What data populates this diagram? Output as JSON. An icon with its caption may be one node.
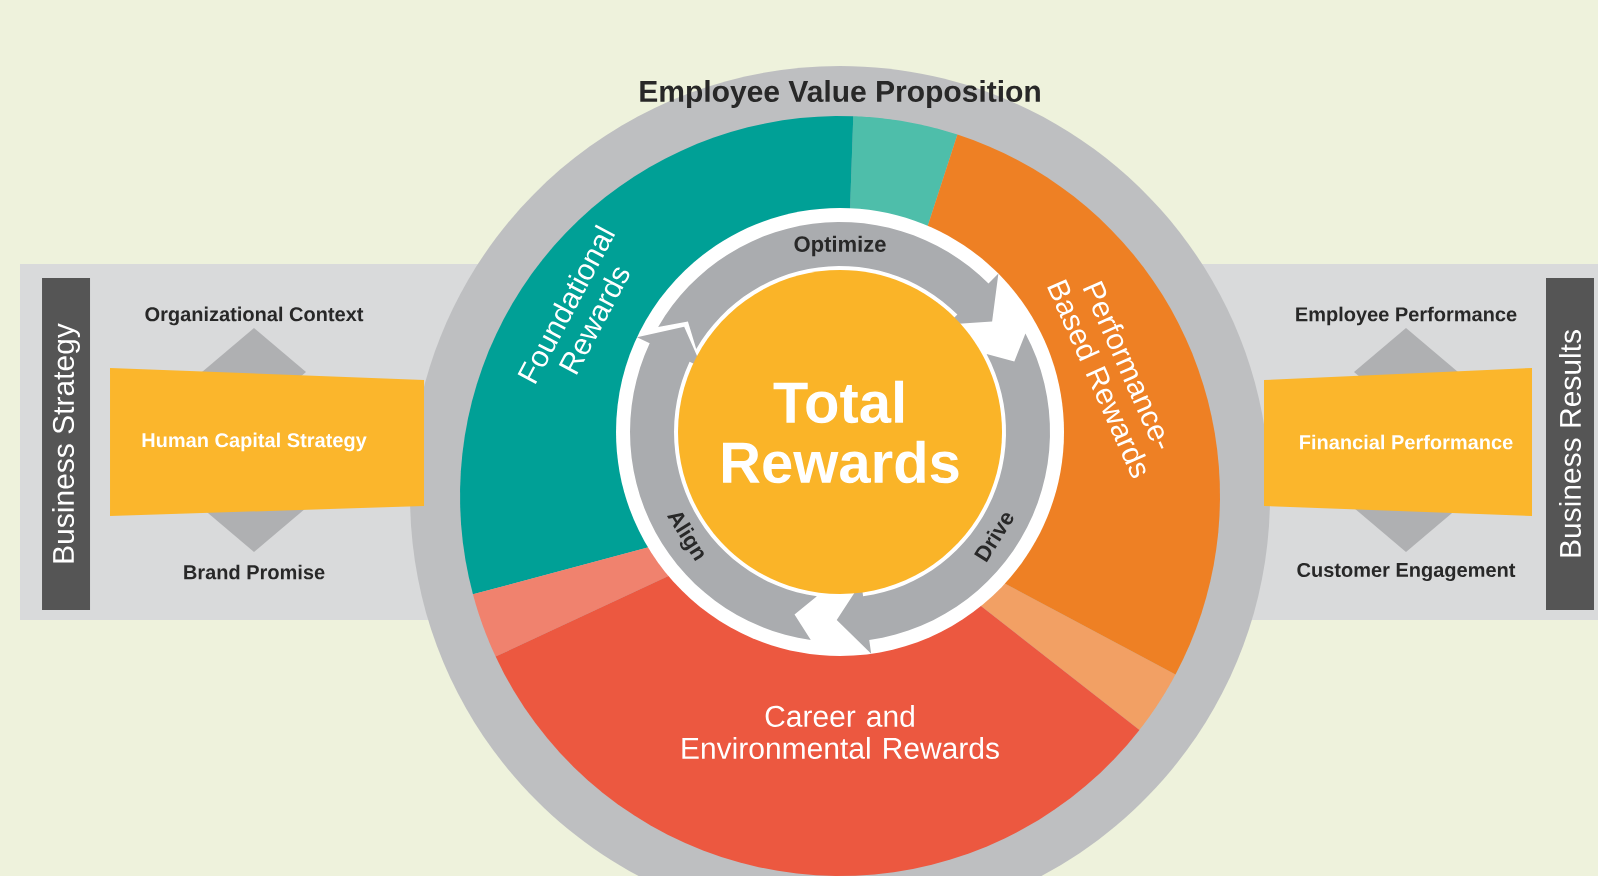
{
  "diagram": {
    "nodes": [
      {
        "text": [
          "Employee Value Proposition"
        ]
      },
      {
        "text": [
          "Foundational Rewards"
        ],
        "in": 0
      },
      {
        "text": [
          "Performance-Based Rewards"
        ],
        "in": 0
      },
      {
        "text": [
          "Career and Environmental Rewards"
        ],
        "in": 0
      },
      {
        "text": [
          "Total Rewards"
        ],
        "in": 0
      },
      {
        "text": [
          "Business Strategy"
        ]
      },
      {
        "text": [
          "Human Capital Strategy"
        ]
      },
      {
        "text": [
          "Business Results"
        ]
      },
      {
        "text": [
          "Financial Performance"
        ]
      }
    ],
    "labels": [
      "Optimize",
      "Align",
      "Drive",
      "Organizational Context",
      "Brand Promise",
      "Employee Performance",
      "Customer Engagement"
    ]
  }
}
